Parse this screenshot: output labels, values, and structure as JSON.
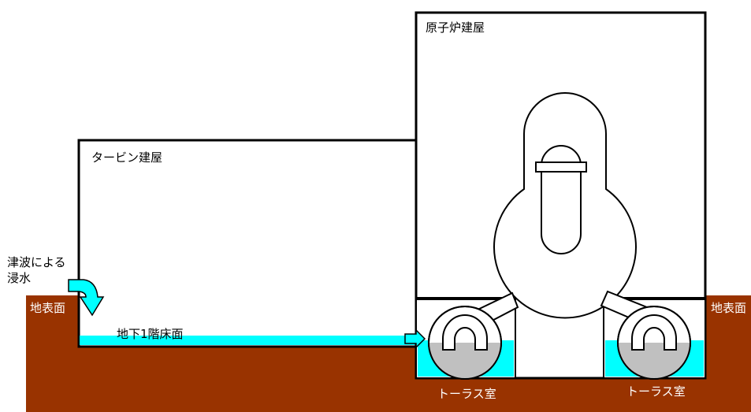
{
  "labels": {
    "reactor_building": "原子炉建屋",
    "turbine_building": "タービン建屋",
    "tsunami_line1": "津波による",
    "tsunami_line2": "浸水",
    "ground_left": "地表面",
    "ground_right": "地表面",
    "basement_floor": "地下1階床面",
    "torus_left": "トーラス室",
    "torus_right": "トーラス室"
  },
  "colors": {
    "ground": "#993300",
    "water": "#00ffff",
    "torus_water_surface": "#c0c0c0",
    "outline": "#000000",
    "building_fill": "#ffffff"
  }
}
